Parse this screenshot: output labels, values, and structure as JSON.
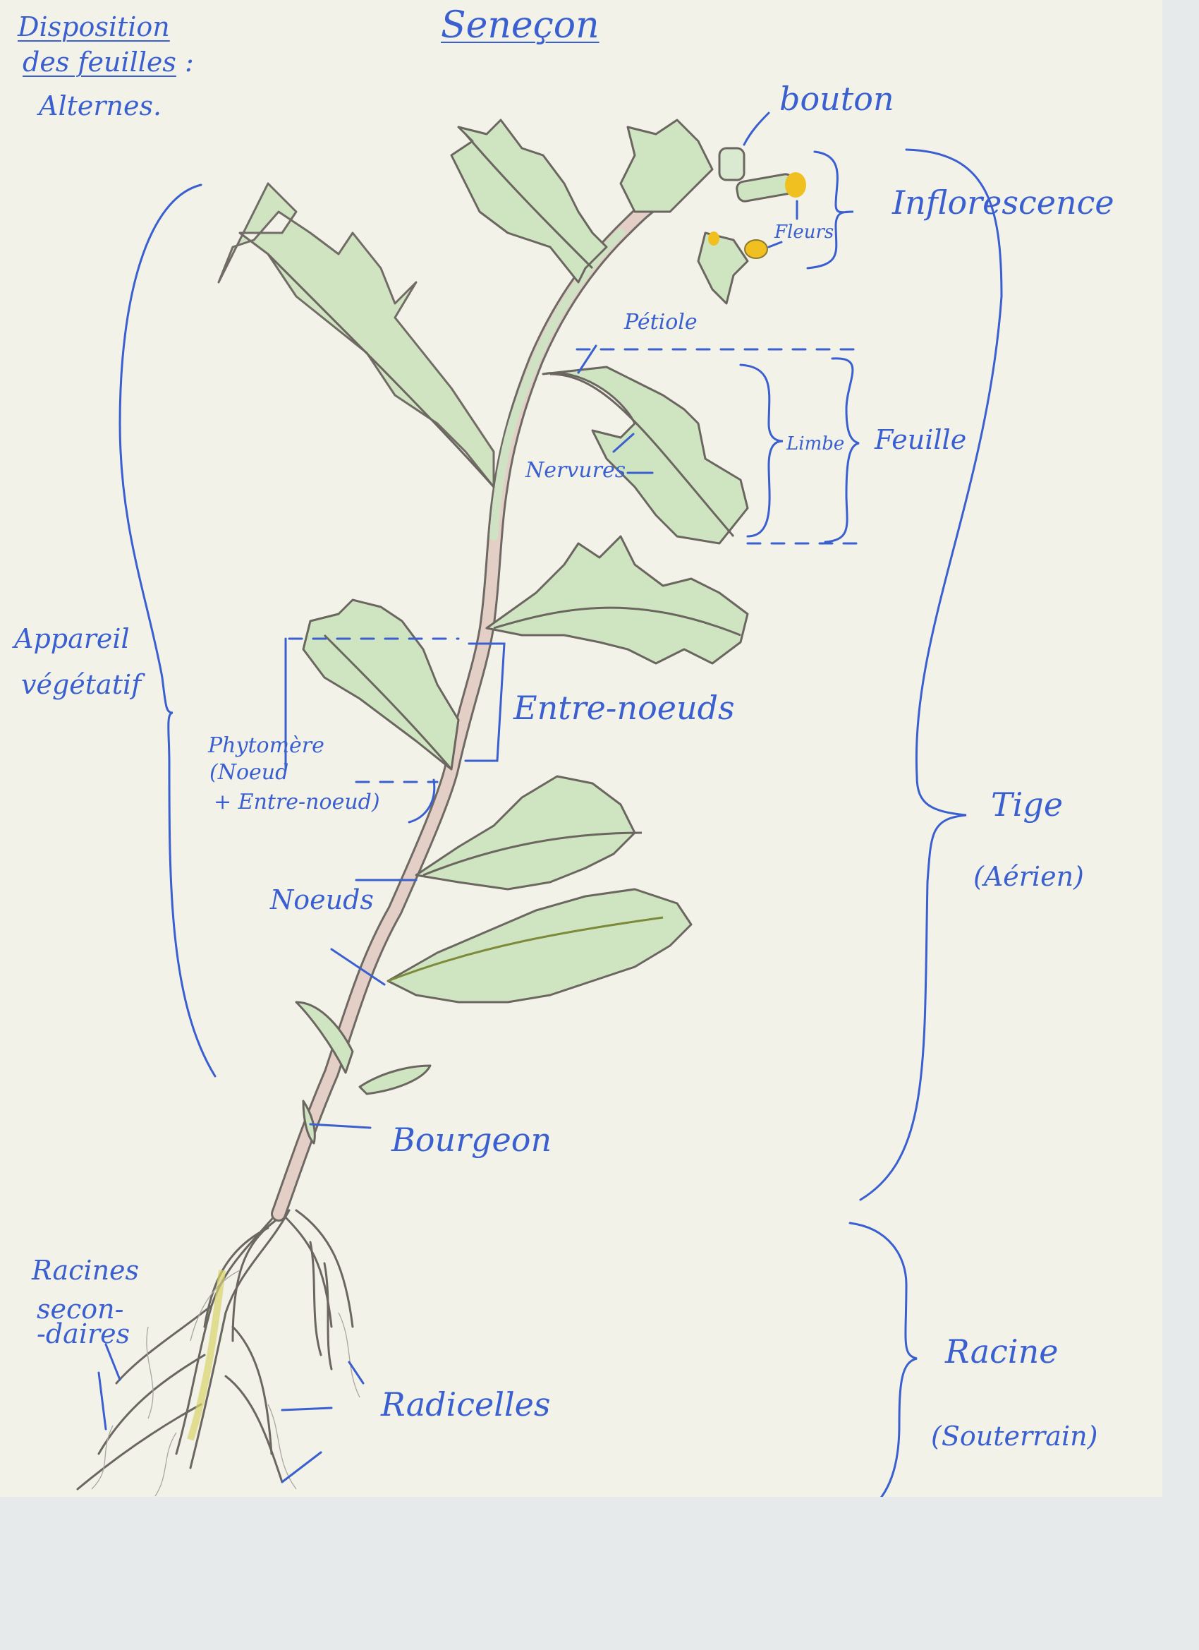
{
  "sheet": {
    "title": "Seneçon",
    "paper_color": "#f2f2e9",
    "ink_color": "#3a5fd0",
    "background_color": "#e6eaea"
  },
  "leaf_arrangement": {
    "heading_line1": "Disposition",
    "heading_line2": "des feuilles",
    "colon": ":",
    "value": "Alternes."
  },
  "labels": {
    "bouton": "bouton",
    "fleurs": "Fleurs",
    "inflorescence": "Inflorescence",
    "petiole": "Pétiole",
    "nervures": "Nervures",
    "limbe": "Limbe",
    "feuille": "Feuille",
    "appareil_line1": "Appareil",
    "appareil_line2": "végétatif",
    "entre_noeuds": "Entre-noeuds",
    "phytomere_line1": "Phytomère",
    "phytomere_line2": "(Noeud",
    "phytomere_line3": "+ Entre-noeud)",
    "tige": "Tige",
    "tige_sub": "(Aérien)",
    "noeuds": "Noeuds",
    "bourgeon": "Bourgeon",
    "racines_sec_line1": "Racines",
    "racines_sec_line2": "secon-",
    "racines_sec_line3": "-daires",
    "radicelles": "Radicelles",
    "racine": "Racine",
    "racine_sub": "(Souterrain)"
  }
}
